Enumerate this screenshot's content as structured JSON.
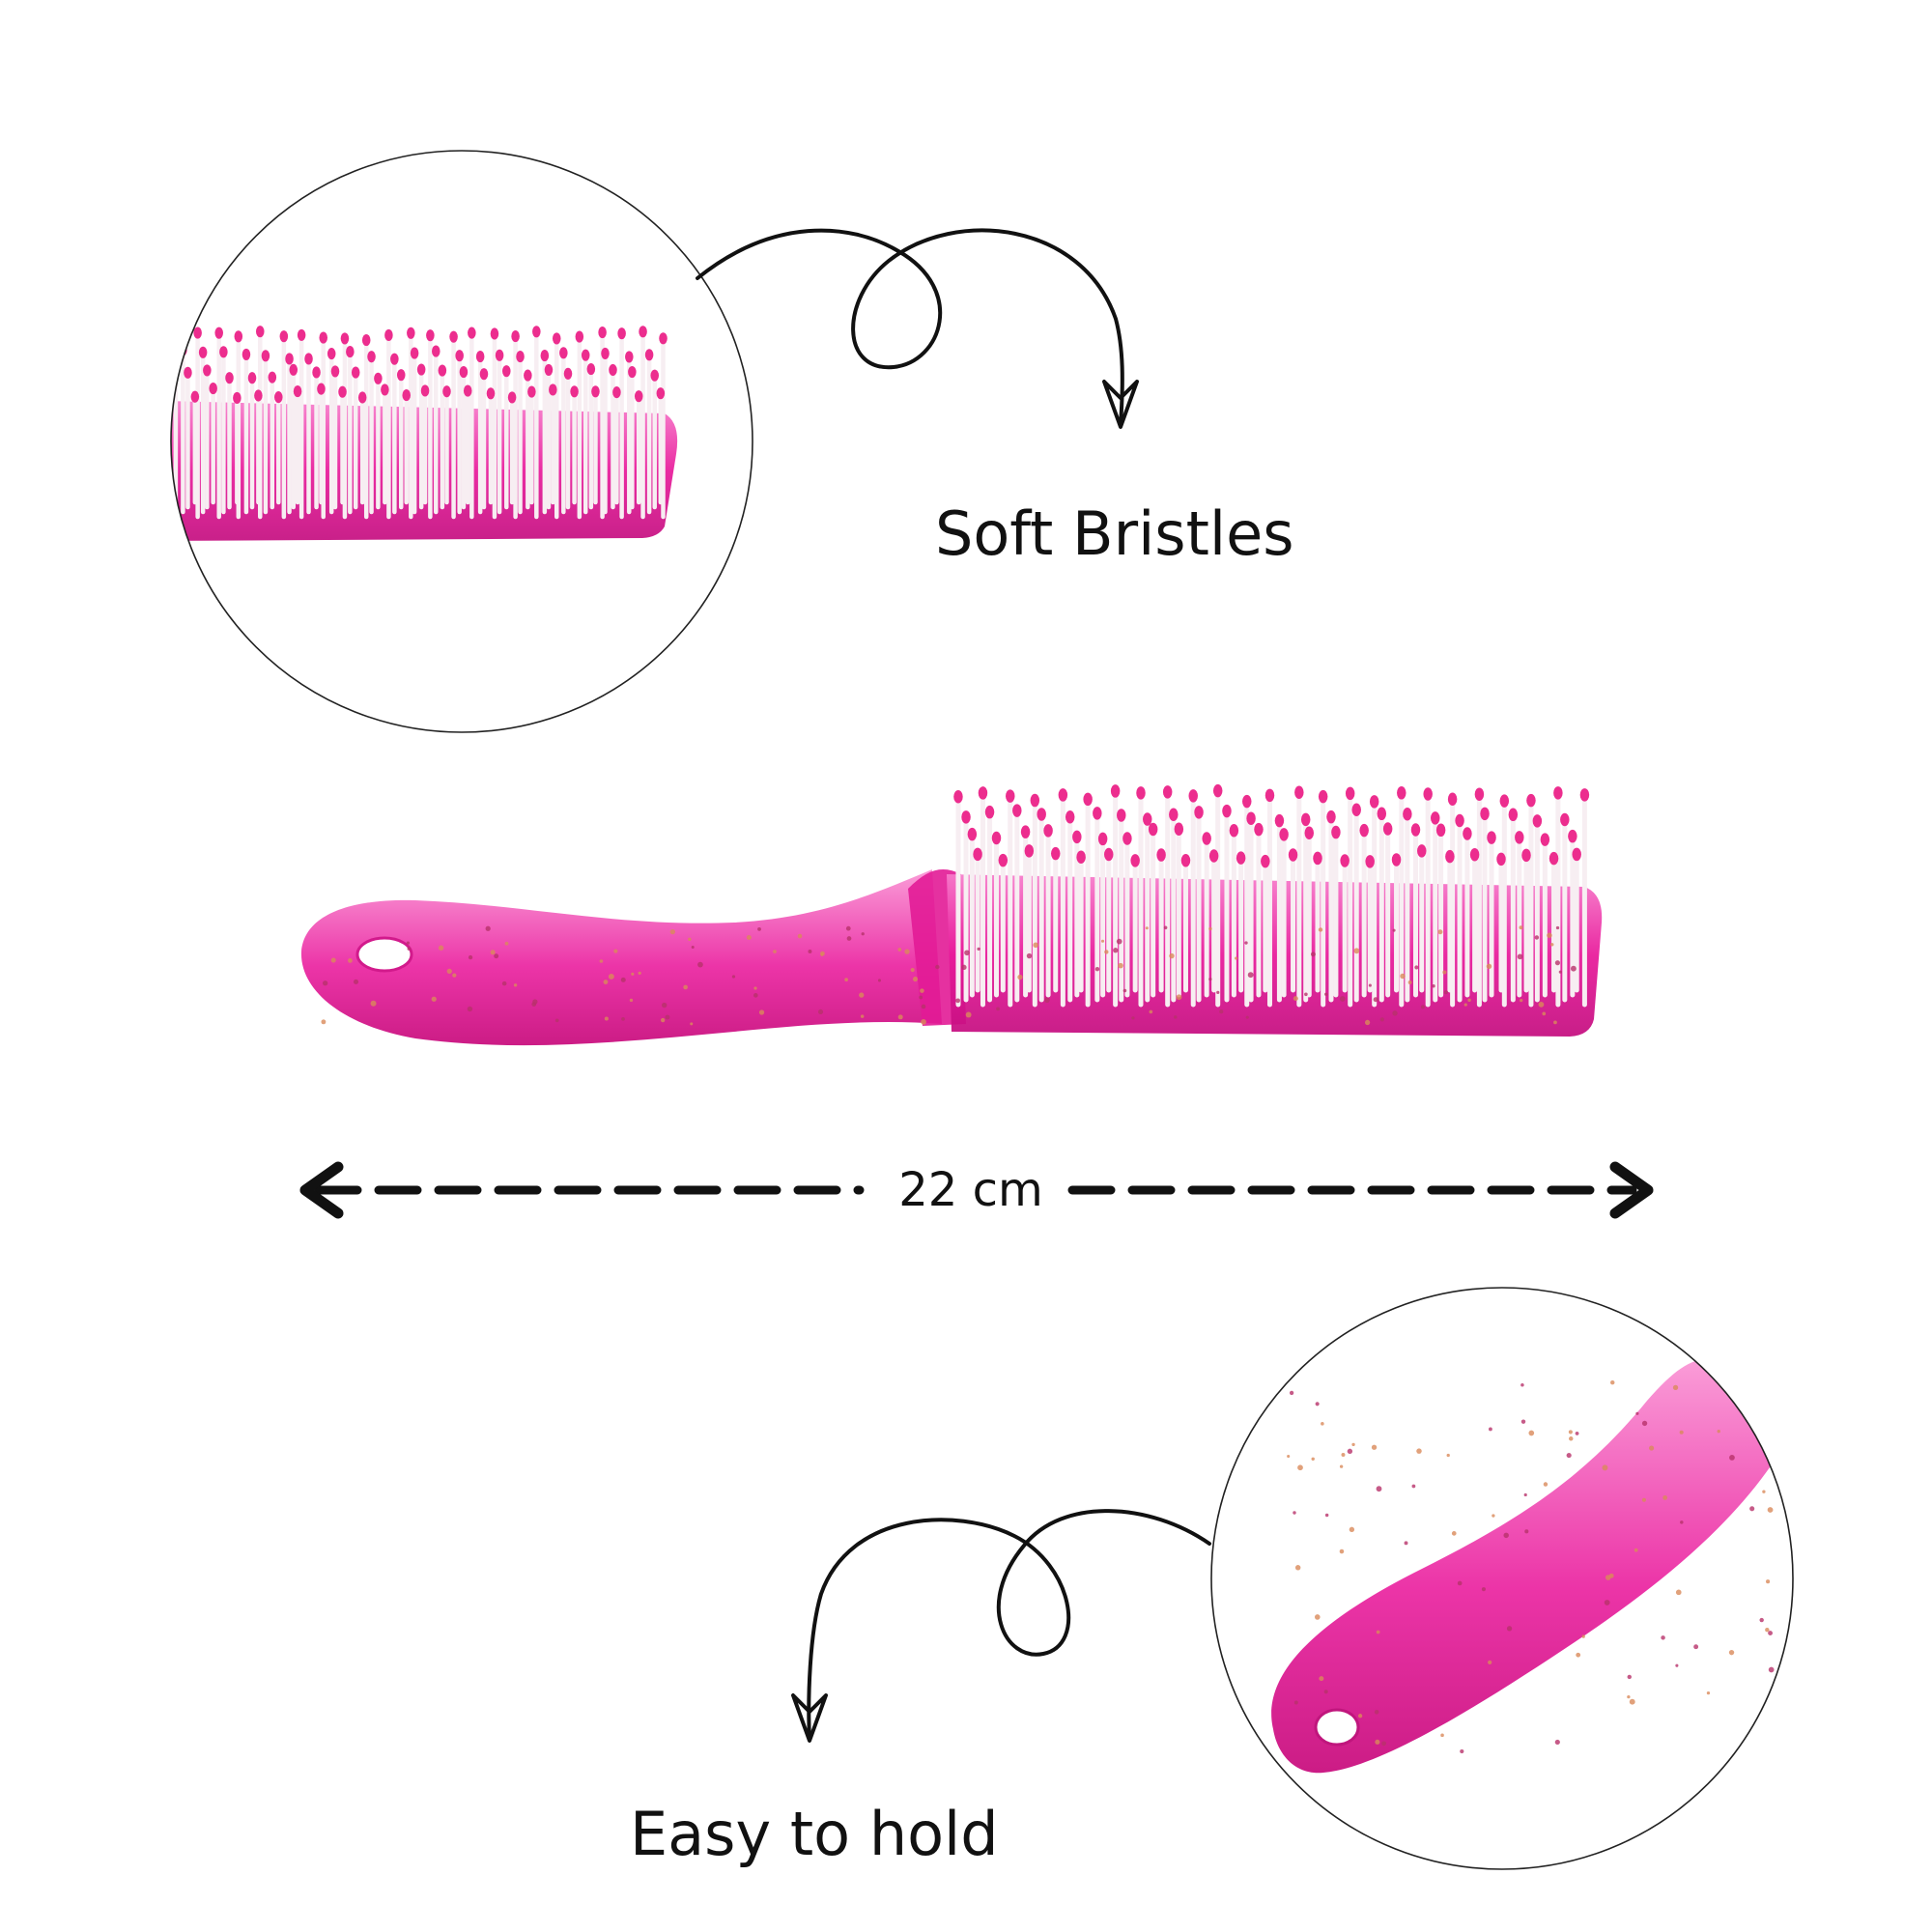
{
  "features": {
    "bristles_label": "Soft Bristles",
    "handle_label": "Easy to hold"
  },
  "dimension": {
    "length_label": "22 cm"
  },
  "colors": {
    "brush_body": "#e8199a",
    "brush_body_light": "#f46cc3",
    "bristle_tip": "#ec2d8e",
    "bristle_stem": "#f7eef2",
    "line": "#111111"
  }
}
